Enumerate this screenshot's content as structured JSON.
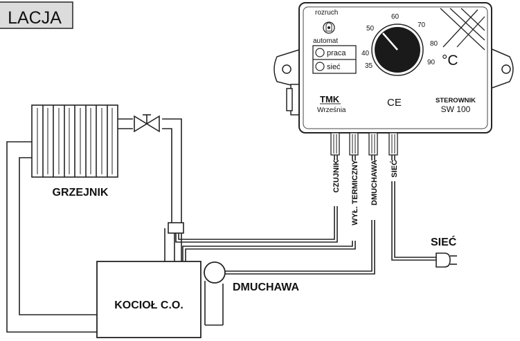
{
  "header_tab": {
    "text": "LACJA"
  },
  "controller": {
    "rozruch_label": "rozruch",
    "automat_label": "automat",
    "praca_label": "praca",
    "siec_label": "sieć",
    "dial_ticks": [
      "35",
      "40",
      "50",
      "60",
      "70",
      "80",
      "90"
    ],
    "unit": "°C",
    "brand_logo": "TMK",
    "brand_city": "Września",
    "ce_mark": "CE",
    "model_title": "STEROWNIK",
    "model_code": "SW 100"
  },
  "terminals": [
    "CZUJNIK",
    "WYŁ. TERMICZNY",
    "DMUCHAWA",
    "SIEĆ"
  ],
  "labels": {
    "grzejnik": "GRZEJNIK",
    "kociol": "KOCIOŁ C.O.",
    "dmuchawa": "DMUCHAWA",
    "siec": "SIEĆ"
  }
}
